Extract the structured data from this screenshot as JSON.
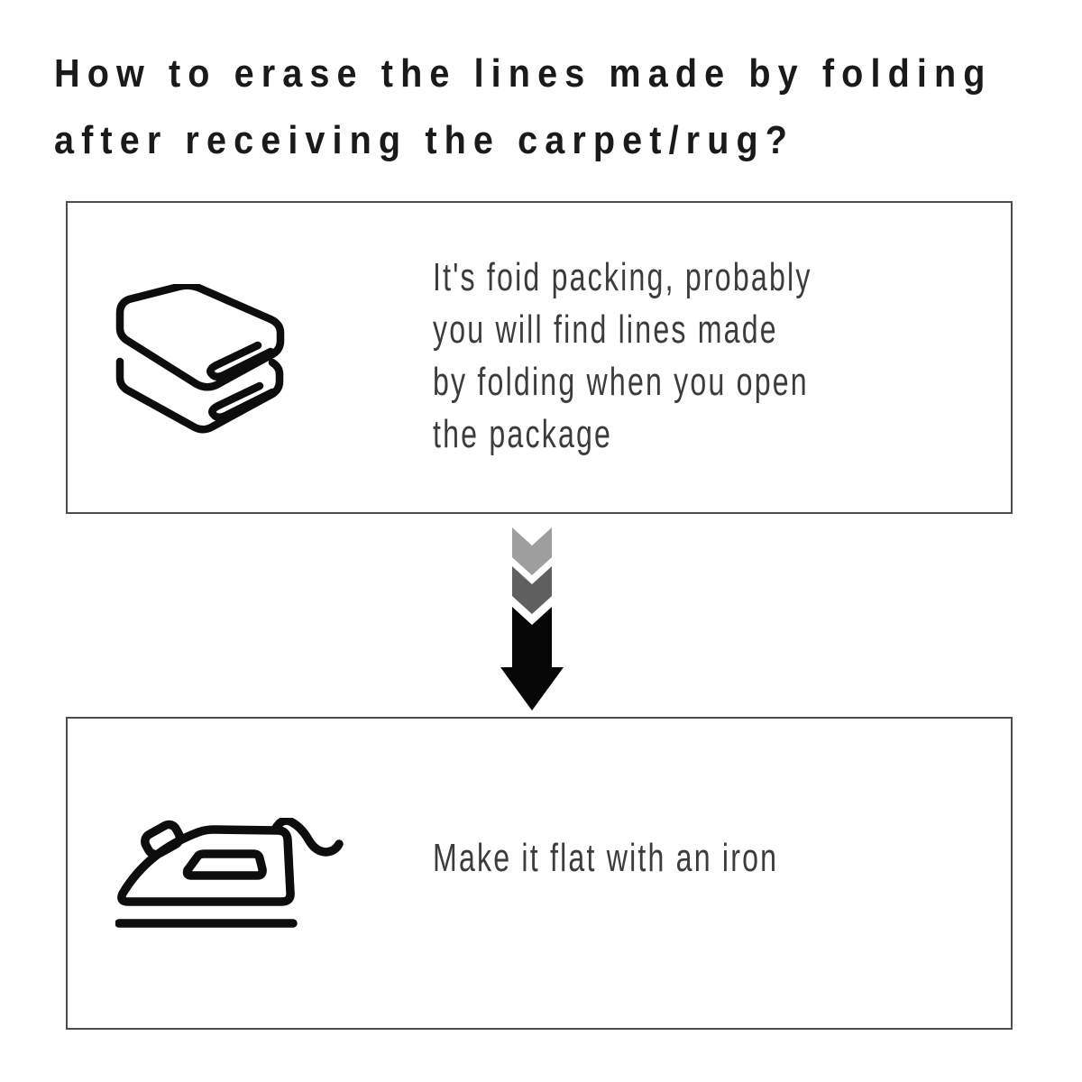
{
  "title": {
    "line1": "How to erase the lines made by folding",
    "line2": "after receiving the carpet/rug?"
  },
  "steps": [
    {
      "icon": "folded-towels-icon",
      "lines": [
        "It's foid packing, probably",
        "you will find lines made",
        "by folding when you open",
        "the package"
      ]
    },
    {
      "icon": "iron-icon",
      "lines": [
        "Make it flat with an iron"
      ]
    }
  ],
  "arrow": {
    "icon": "down-arrow-icon",
    "chevron_light": "#9e9e9e",
    "chevron_mid": "#5f5f5f",
    "head": "#060606"
  },
  "colors": {
    "background": "#ffffff",
    "title_text": "#1a1a1a",
    "body_text": "#3c3c3c",
    "panel_border": "#4d4d4d",
    "icon_stroke": "#0d0d0d"
  }
}
